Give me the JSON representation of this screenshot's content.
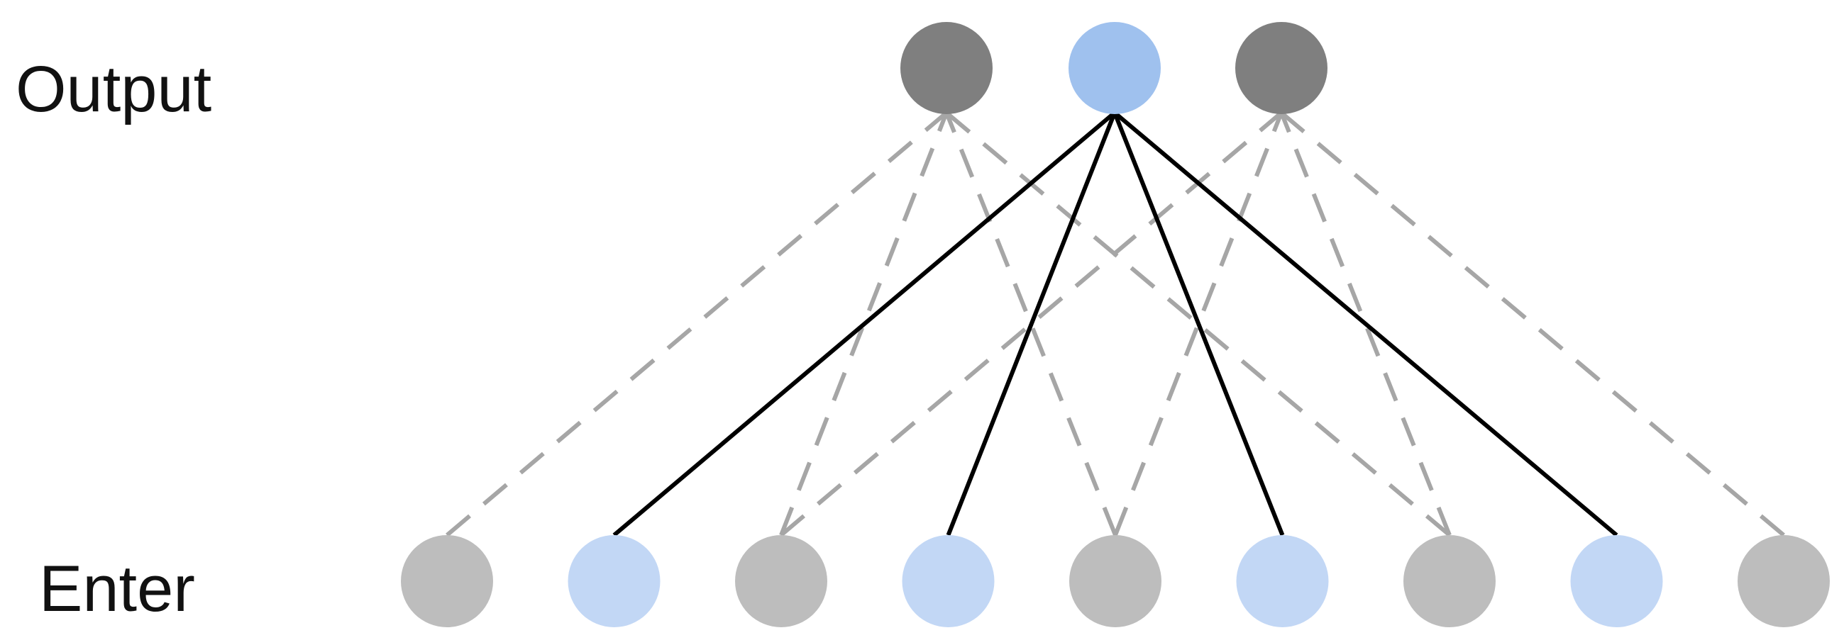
{
  "labels": {
    "output": "Output",
    "enter": "Enter"
  },
  "colors": {
    "output_inactive": "#7f7f7f",
    "output_active": "#9fc1ee",
    "input_inactive": "#bdbdbd",
    "input_active": "#c2d7f5",
    "dashed_edge": "#a6a6a6",
    "solid_edge": "#000000"
  },
  "output_nodes": [
    {
      "id": "o1",
      "active": false
    },
    {
      "id": "o2",
      "active": true
    },
    {
      "id": "o3",
      "active": false
    }
  ],
  "input_nodes": [
    {
      "id": "i1",
      "active": false
    },
    {
      "id": "i2",
      "active": true
    },
    {
      "id": "i3",
      "active": false
    },
    {
      "id": "i4",
      "active": true
    },
    {
      "id": "i5",
      "active": false
    },
    {
      "id": "i6",
      "active": true
    },
    {
      "id": "i7",
      "active": false
    },
    {
      "id": "i8",
      "active": true
    },
    {
      "id": "i9",
      "active": false
    }
  ],
  "edges": [
    {
      "from": 0,
      "to": 0,
      "style": "dashed"
    },
    {
      "from": 2,
      "to": 0,
      "style": "dashed"
    },
    {
      "from": 4,
      "to": 0,
      "style": "dashed"
    },
    {
      "from": 6,
      "to": 0,
      "style": "dashed"
    },
    {
      "from": 2,
      "to": 2,
      "style": "dashed"
    },
    {
      "from": 4,
      "to": 2,
      "style": "dashed"
    },
    {
      "from": 6,
      "to": 2,
      "style": "dashed"
    },
    {
      "from": 8,
      "to": 2,
      "style": "dashed"
    },
    {
      "from": 1,
      "to": 1,
      "style": "solid"
    },
    {
      "from": 3,
      "to": 1,
      "style": "solid"
    },
    {
      "from": 5,
      "to": 1,
      "style": "solid"
    },
    {
      "from": 7,
      "to": 1,
      "style": "solid"
    }
  ]
}
